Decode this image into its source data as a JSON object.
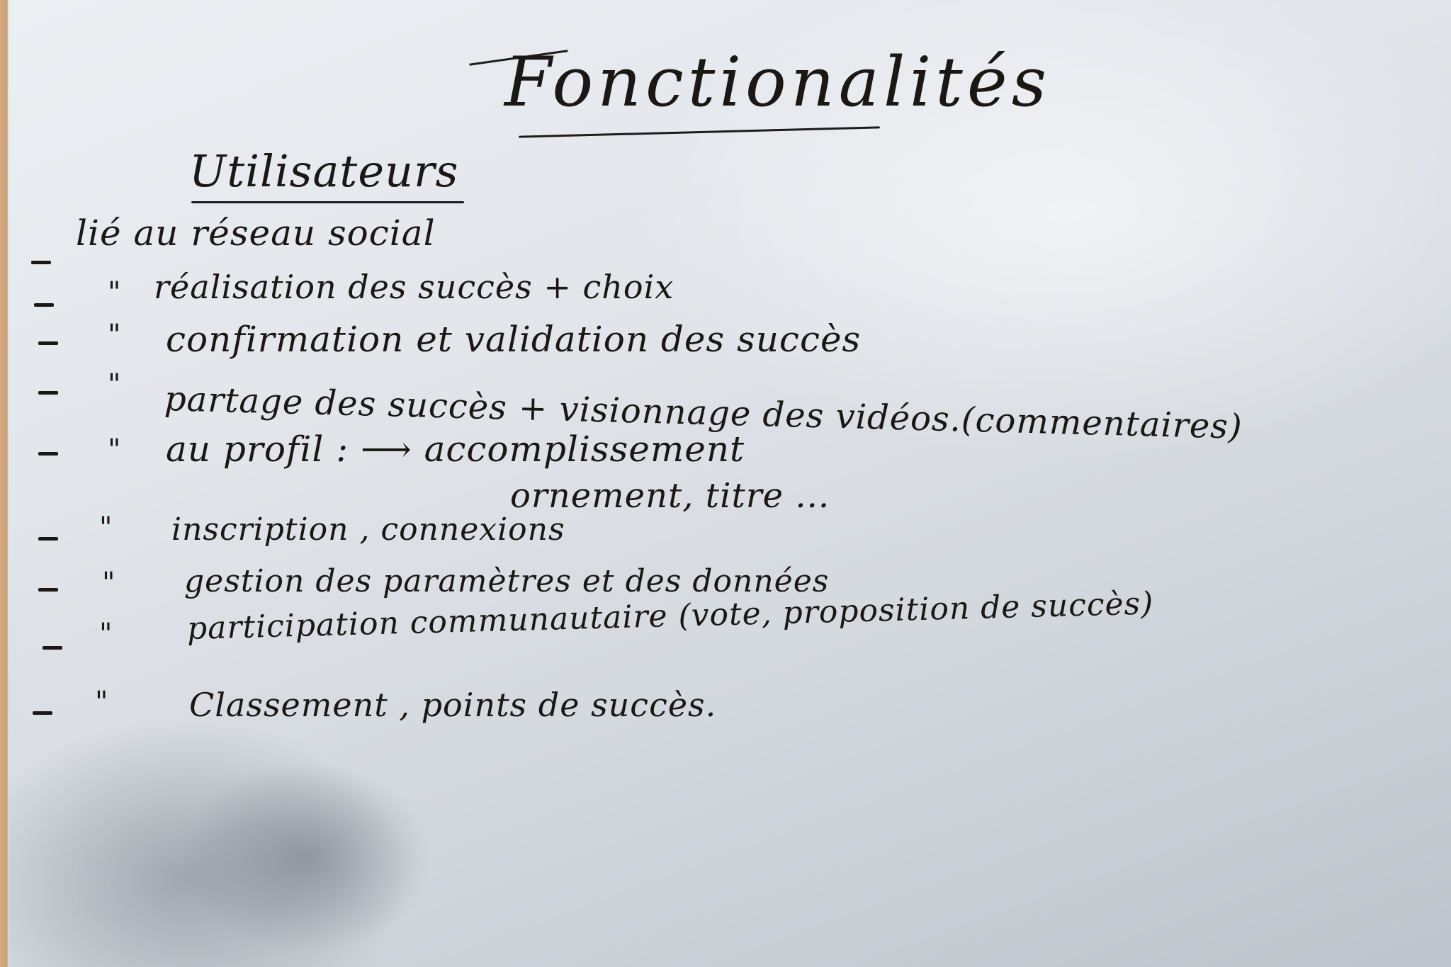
{
  "board": {
    "title": "Fonctionalités",
    "section": "Utilisateurs",
    "items": [
      {
        "bullet": "–",
        "prefix": "",
        "text": "lié au réseau social"
      },
      {
        "bullet": "–",
        "prefix": "\"",
        "text": "réalisation des succès + choix"
      },
      {
        "bullet": "–",
        "prefix": "\"",
        "text": "confirmation et validation des succès"
      },
      {
        "bullet": "–",
        "prefix": "\"",
        "text": "partage des succès + visionnage des vidéos.(commentaires)"
      },
      {
        "bullet": "–",
        "prefix": "\"",
        "text": "au profil : ⟶ accomplissement"
      },
      {
        "bullet": "",
        "prefix": "",
        "text": "ornement, titre ..."
      },
      {
        "bullet": "–",
        "prefix": "\"",
        "text": "inscription , connexions"
      },
      {
        "bullet": "–",
        "prefix": "\"",
        "text": "gestion des paramètres et des données"
      },
      {
        "bullet": "–",
        "prefix": "\"",
        "text": "participation communautaire (vote, proposition de succès)"
      },
      {
        "bullet": "–",
        "prefix": "\"",
        "text": "Classement , points de succès."
      }
    ]
  },
  "colors": {
    "ink": "#1a1714",
    "board": "#e2e5ea",
    "frame": "#caa07a"
  }
}
